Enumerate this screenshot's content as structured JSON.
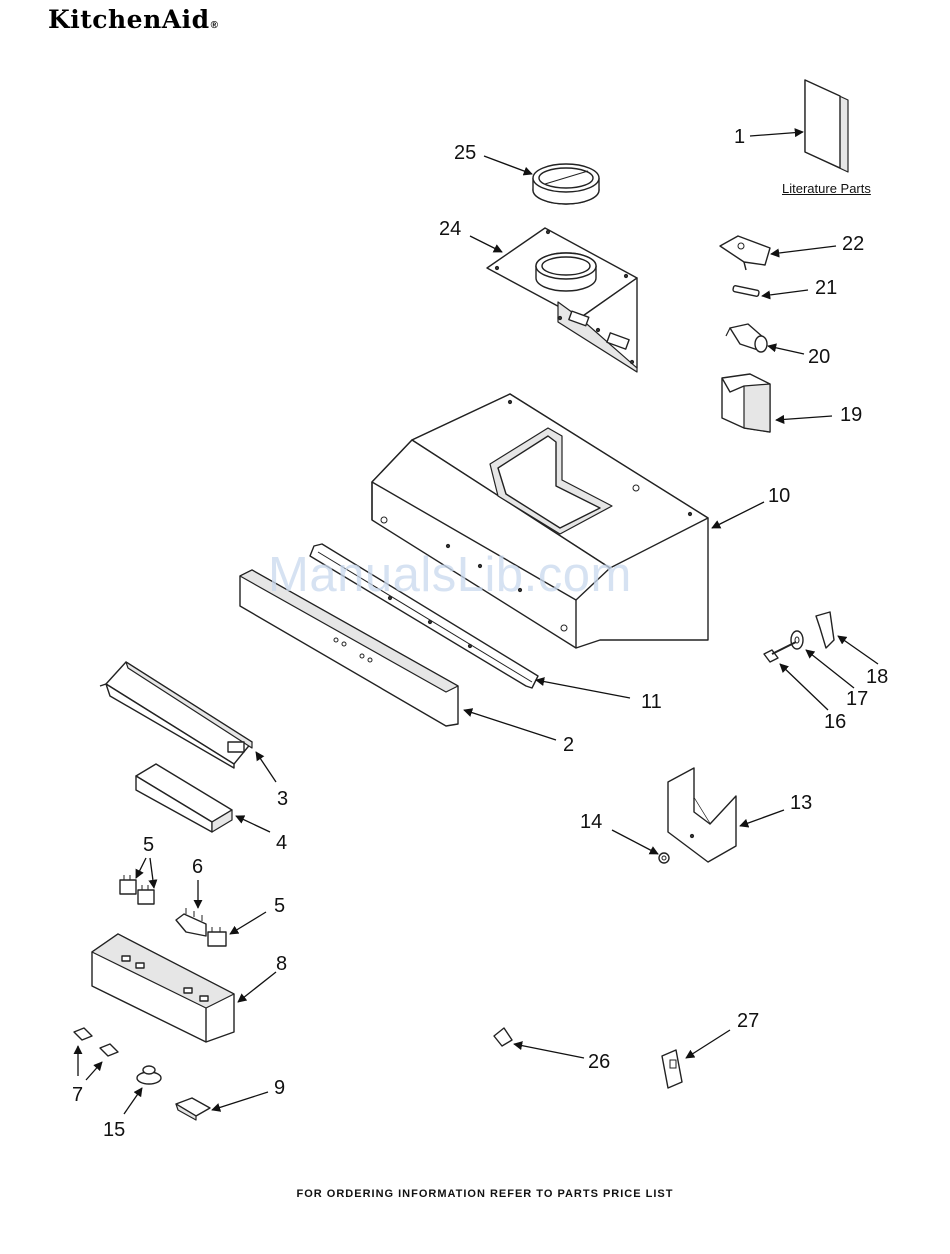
{
  "brand": {
    "name": "KitchenAid",
    "registered_mark": "®"
  },
  "watermark": "ManualsLib.com",
  "literature": {
    "label": "Literature Parts"
  },
  "footer": {
    "text": "FOR ORDERING INFORMATION REFER TO PARTS PRICE LIST"
  },
  "callouts": [
    {
      "id": "p1",
      "number": "1"
    },
    {
      "id": "p2",
      "number": "2"
    },
    {
      "id": "p3",
      "number": "3"
    },
    {
      "id": "p4",
      "number": "4"
    },
    {
      "id": "p5a",
      "number": "5"
    },
    {
      "id": "p5b",
      "number": "5"
    },
    {
      "id": "p6",
      "number": "6"
    },
    {
      "id": "p7",
      "number": "7"
    },
    {
      "id": "p8",
      "number": "8"
    },
    {
      "id": "p9",
      "number": "9"
    },
    {
      "id": "p10",
      "number": "10"
    },
    {
      "id": "p11",
      "number": "11"
    },
    {
      "id": "p13",
      "number": "13"
    },
    {
      "id": "p14",
      "number": "14"
    },
    {
      "id": "p15",
      "number": "15"
    },
    {
      "id": "p16",
      "number": "16"
    },
    {
      "id": "p17",
      "number": "17"
    },
    {
      "id": "p18",
      "number": "18"
    },
    {
      "id": "p19",
      "number": "19"
    },
    {
      "id": "p20",
      "number": "20"
    },
    {
      "id": "p21",
      "number": "21"
    },
    {
      "id": "p22",
      "number": "22"
    },
    {
      "id": "p24",
      "number": "24"
    },
    {
      "id": "p25",
      "number": "25"
    },
    {
      "id": "p26",
      "number": "26"
    },
    {
      "id": "p27",
      "number": "27"
    }
  ]
}
